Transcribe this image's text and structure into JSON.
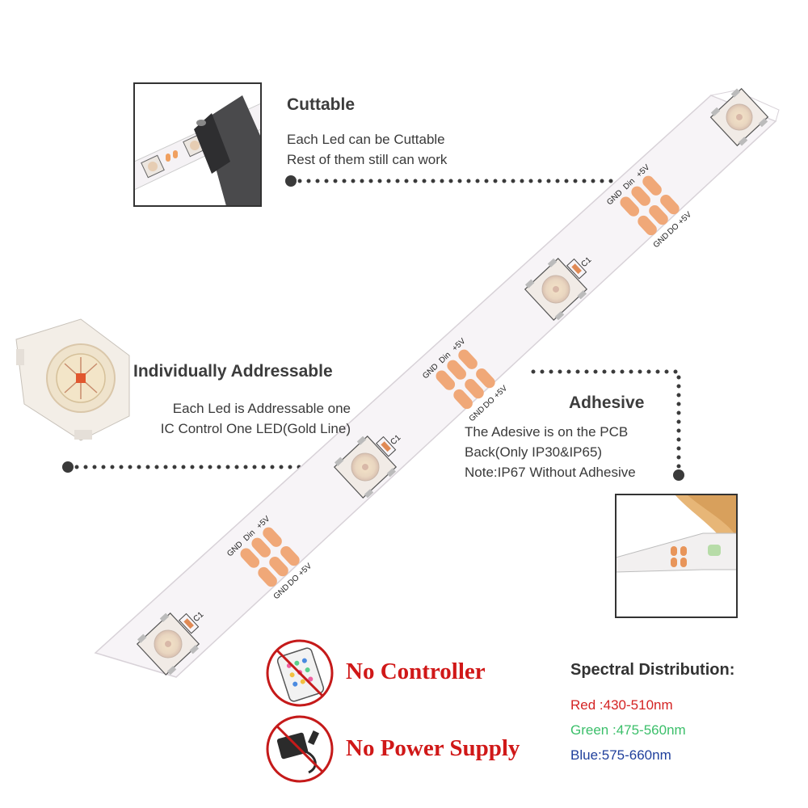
{
  "features": {
    "cuttable": {
      "title": "Cuttable",
      "lines": [
        "Each Led can be Cuttable",
        "Rest of them still can work"
      ]
    },
    "addressable": {
      "title": "Individually Addressable",
      "lines": [
        "Each Led is Addressable one",
        "IC Control One LED(Gold Line)"
      ]
    },
    "adhesive": {
      "title": "Adhesive",
      "lines": [
        "The Adesive is on the PCB",
        "Back(Only IP30&IP65)",
        "Note:IP67 Without Adhesive"
      ]
    }
  },
  "exclusions": {
    "controller": "No Controller",
    "power_supply": "No Power Supply"
  },
  "spectral": {
    "title": "Spectral Distribution:",
    "lines": [
      {
        "text": "Red :430-510nm",
        "color": "#d42424"
      },
      {
        "text": "Green :475-560nm",
        "color": "#3bbf6a"
      },
      {
        "text": "Blue:575-660nm",
        "color": "#1f3f9c"
      }
    ]
  },
  "strip_labels": {
    "din": "Din",
    "gnd": "GND",
    "plus5v": "+5V",
    "do": "DO",
    "c1": "C1"
  },
  "colors": {
    "accent_red": "#d01818",
    "pad_orange": "#f0a878",
    "strip_white": "#f7f4f7"
  }
}
